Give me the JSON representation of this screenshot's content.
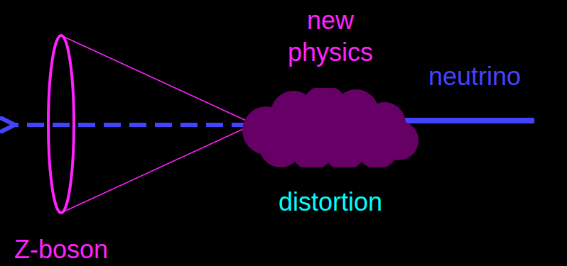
{
  "diagram": {
    "nodes": [
      {
        "text": [
          "new physics",
          "distortion"
        ]
      }
    ],
    "labels": [
      "neutrino",
      "Z-boson"
    ]
  }
}
